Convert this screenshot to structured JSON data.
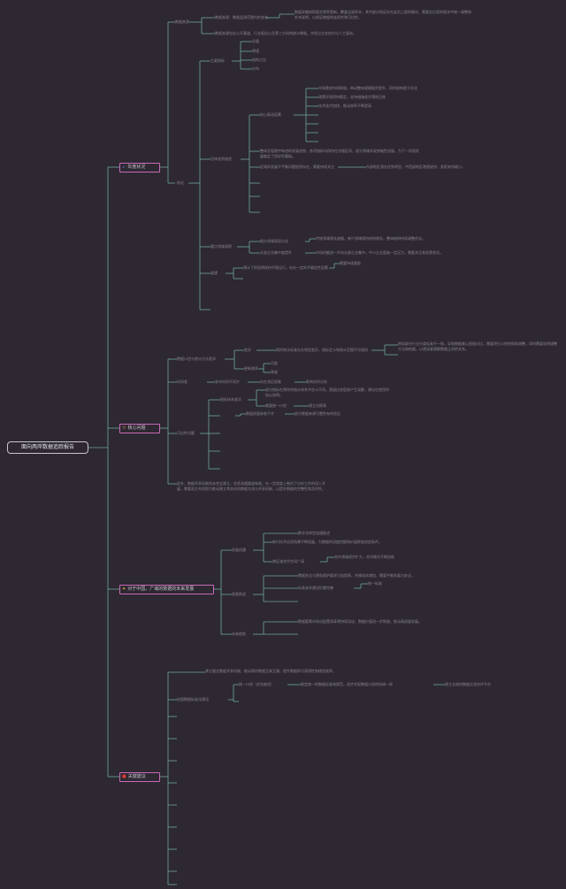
{
  "root": "面向两岸数据追踪报告",
  "branches": [
    {
      "label": "年度状况",
      "icon": "rocket-icon",
      "icon_color": "#4a7fe0"
    },
    {
      "label": "核心问题",
      "icon": "tool-icon",
      "icon_color": "#8c6a55"
    },
    {
      "label": "对于中国，广域的数据的未来发展",
      "icon": "bulb-icon",
      "icon_color": "#e8c23a"
    },
    {
      "label": "关键建议",
      "icon": "flag-icon",
      "icon_color": "#d93c3c"
    }
  ],
  "texts": {
    "b1_a": "数据来源",
    "b1_a1": "数据来源：数据监测范围内的变化",
    "b1_a1_d": "数据采集按照既定频率更新，覆盖全部样本，其中部分地区存在延迟上报的情况，需要在后续的版本中统一调整和补充说明，以保证数据的连续性和可比性。",
    "b1_a2": "数据来源包含公开渠道、行业报告以及第三方机构统计数据，并经过交叉核对与人工复核。",
    "b1_b": "结论",
    "b1_b1": "主要指标",
    "b1_b1_1": "总量",
    "b1_b1_2": "增速",
    "b1_b1_3": "结构占比",
    "b1_b1_4": "分布",
    "b1_b2": "总体态势描述",
    "b1_b2_1": "核心驱动因素",
    "b1_b2_1a": "市场需求持续释放，带动整体规模稳步提升，同时结构趋于优化",
    "b1_b2_1b": "政策环境保持稳定，支持措施逐步落地见效",
    "b1_b2_1c": "技术迭代加快，推动效率不断提高",
    "b1_b2_2": "整体呈现稳中有进的发展态势，各项指标均保持在合理区间，部分领域实现突破性进展，为下一阶段发展奠定了良好的基础。",
    "b1_b2_3": "区域间发展不平衡问题依然存在，需要持续关注",
    "b1_b2_3a": "东部地区领先优势明显，中西部地区增速较快，差距有所缩小。",
    "b1_b3": "重点领域观察",
    "b1_b3_1": "细分领域表现分化",
    "b1_b3_1a": "传统领域增长放缓，新兴领域保持较快增长，整体结构持续调整优化。",
    "b1_b3_2": "头部企业集中度提升",
    "b1_b3_2a": "市场份额进一步向头部企业集中，中小企业面临一定压力，需要关注其经营状况。",
    "b1_b4": "展望",
    "b1_b4_1": "预计下阶段将保持平稳运行，存在一定的不确定性因素",
    "b1_b4_1a": "需要持续跟踪",
    "b2_a": "数据口径与统计方法差异",
    "b2_a1": "差异",
    "b2_a1_1": "两岸统计标准存在明显差异，指标定义和统计范围不尽相同",
    "b2_a1_1a": "例如部分行业分类标准不一致，导致数据难以直接对比，需要进行口径转换和调整，同时需要说明调整方法和依据，以便读者理解数据之间的关系。",
    "b2_a1_2": "更新频率",
    "b2_a1_2a": "月度",
    "b2_a1_2b": "季度",
    "b2_b": "时间差",
    "b2_b1": "发布时间不同步",
    "b2_b1a": "存在滞后现象",
    "b2_b1b": "影响实时分析",
    "b2_c": "可比性问题",
    "b2_c1": "指标体系差异",
    "b2_c1a": "部分指标在两岸的统计体系中含义不同，直接比较容易产生误解，建议在使用时加以说明。",
    "b2_c1b": "需要统一口径",
    "b2_c1b1": "建立对照表",
    "b2_c2": "数据质量参差不齐",
    "b2_c2a": "部分数据来源可靠性有待验证",
    "b2_d": "此外，数据共享机制尚未完全建立，信息流通渠道有限，在一定程度上制约了分析工作的深入开展，需要双方共同努力推动建立常态化的数据交流与共享机制，以提升数据的完整性和及时性。",
    "b3_a": "发展机遇",
    "b3_a1": "数字化转型加速推进",
    "b3_a2": "新兴技术应用场景不断拓展，为数据的深度挖掘和价值释放创造条件。",
    "b3_a3": "跨区域合作空间广阔",
    "b3_a3a": "合作领域逐步扩大，合作模式不断创新",
    "b3_b": "面临挑战",
    "b3_b1": "数据安全与隐私保护要求日益提高，合规成本增加，需要平衡发展与安全。",
    "b3_b2": "标准体系建设仍需完善",
    "b3_b2a": "统一标准",
    "b3_c": "未来趋势",
    "b3_c1": "数据要素市场化配置改革将持续深化，数据价值进一步释放，推动高质量发展。",
    "b4_a": "建立健全数据共享机制，推动两岸数据互联互通，提升数据的可获得性和使用效率。",
    "b4_b": "加强数据标准化建设",
    "b4_b1": "统一口径（优先推进）",
    "b4_b1a": "制定统一的数据标准和规范，逐步实现数据口径的协调一致",
    "b4_b1b": "建立长效的数据交流合作平台"
  },
  "colors": {
    "background": "#2d2831",
    "line": "#6fa5a0",
    "branch_border": "#c96ab8",
    "root_border": "#c9c4cf",
    "text": "#8a8590"
  }
}
